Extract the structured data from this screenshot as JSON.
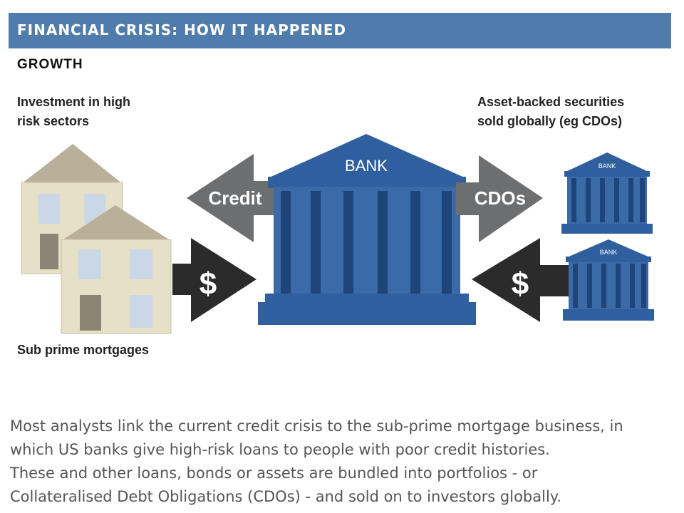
{
  "header": {
    "title": "FINANCIAL CRISIS: HOW IT HAPPENED"
  },
  "section": {
    "title": "GROWTH"
  },
  "diagram": {
    "left_caption": [
      "Investment in high",
      "risk sectors"
    ],
    "right_caption": [
      "Asset-backed securities",
      "sold globally (eg CDOs)"
    ],
    "bottom_caption": "Sub prime mortgages",
    "bank_label": "BANK",
    "small_bank_label": "BANK",
    "credit_label": "Credit",
    "cdos_label": "CDOs",
    "dollar_symbol": "$"
  },
  "description": {
    "lines": [
      "Most analysts link the current credit crisis to the sub-prime mortgage business, in",
      "which US banks give high-risk loans to people with poor credit histories.",
      "These and other loans, bonds or assets are bundled into portfolios - or",
      "Collateralised Debt Obligations (CDOs) - and sold on to investors globally."
    ]
  },
  "colors": {
    "header_bg": "#4f7cab",
    "bank_blue": "#2f5f9e",
    "bank_dark": "#1f4479",
    "arrow_gray": "#6d6e70",
    "arrow_dark": "#2b2b2b",
    "house_wall": "#e6e0c6",
    "house_roof": "#b9b09a"
  }
}
